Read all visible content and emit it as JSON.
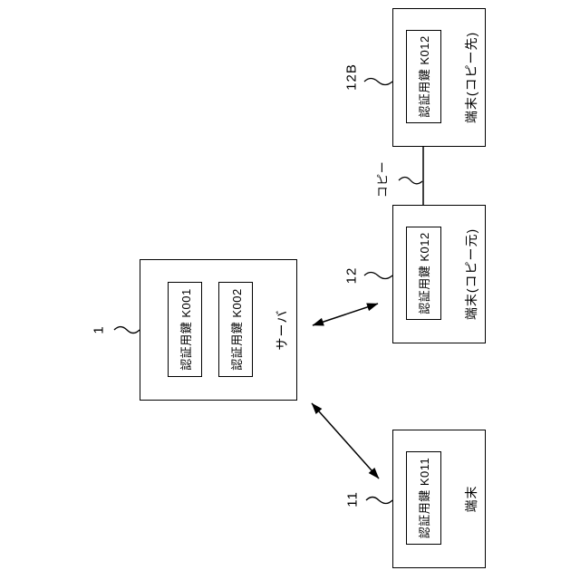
{
  "figure": {
    "server": {
      "ref": "1",
      "label": "サーバ",
      "keys": [
        "認証用鍵 K001",
        "認証用鍵 K002"
      ]
    },
    "terminal": {
      "ref": "11",
      "label": "端末",
      "keys": [
        "認証用鍵 K011"
      ]
    },
    "copy_source": {
      "ref": "12",
      "label": "端末(コピー元)",
      "keys": [
        "認証用鍵 K012"
      ]
    },
    "copy_dest": {
      "ref": "12B",
      "label": "端末(コピー先)",
      "keys": [
        "認証用鍵 K012"
      ]
    },
    "copy_arrow": {
      "label": "コピー"
    },
    "colors": {
      "line": "#000000",
      "background": "#ffffff"
    }
  }
}
